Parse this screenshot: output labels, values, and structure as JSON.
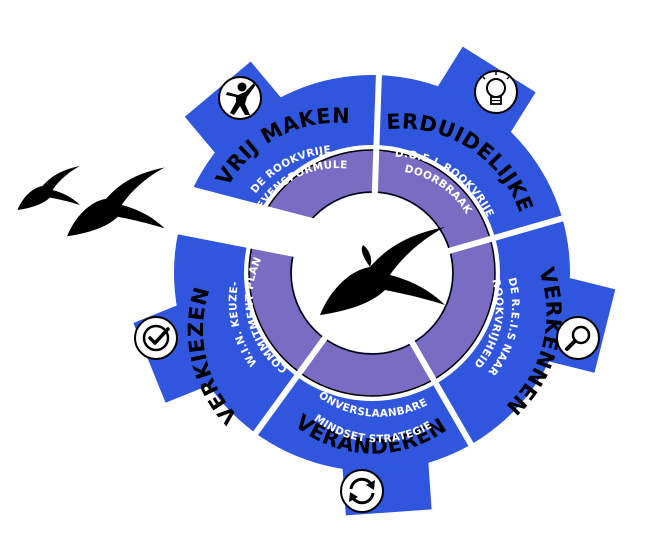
{
  "colors": {
    "gear": "#2f56dc",
    "gear_dark": "#1f3fb5",
    "inner_ring": "#7a6cc2",
    "outline": "#000000",
    "background": "#ffffff"
  },
  "segments": [
    {
      "id": "vrij-maken",
      "label": "VRIJ MAKEN",
      "sub_lines": [
        "DE ROOKVRIJE",
        "LEVENSFORMULE"
      ],
      "icon": "person-icon"
    },
    {
      "id": "verduidelijken",
      "label": "VERDUIDELIJKEN",
      "sub_lines": [
        "D.O.E.L ROOKVRIJE",
        "DOORBRAAK"
      ],
      "icon": "lightbulb-icon"
    },
    {
      "id": "verkennen",
      "label": "VERKENNEN",
      "sub_lines": [
        "DE R.E.I.S NAAR",
        "ROOKVRIJHEID"
      ],
      "icon": "magnifier-icon"
    },
    {
      "id": "veranderen",
      "label": "VERANDEREN",
      "sub_lines": [
        "ONVERSLAANBARE",
        "MINDSET STRATEGIE"
      ],
      "icon": "refresh-icon"
    },
    {
      "id": "verkiezen",
      "label": "VERKIEZEN",
      "sub_lines": [
        "W.I.N. KEUZE-",
        "COMMITMENT PLAN"
      ],
      "icon": "checkmark-icon"
    }
  ]
}
